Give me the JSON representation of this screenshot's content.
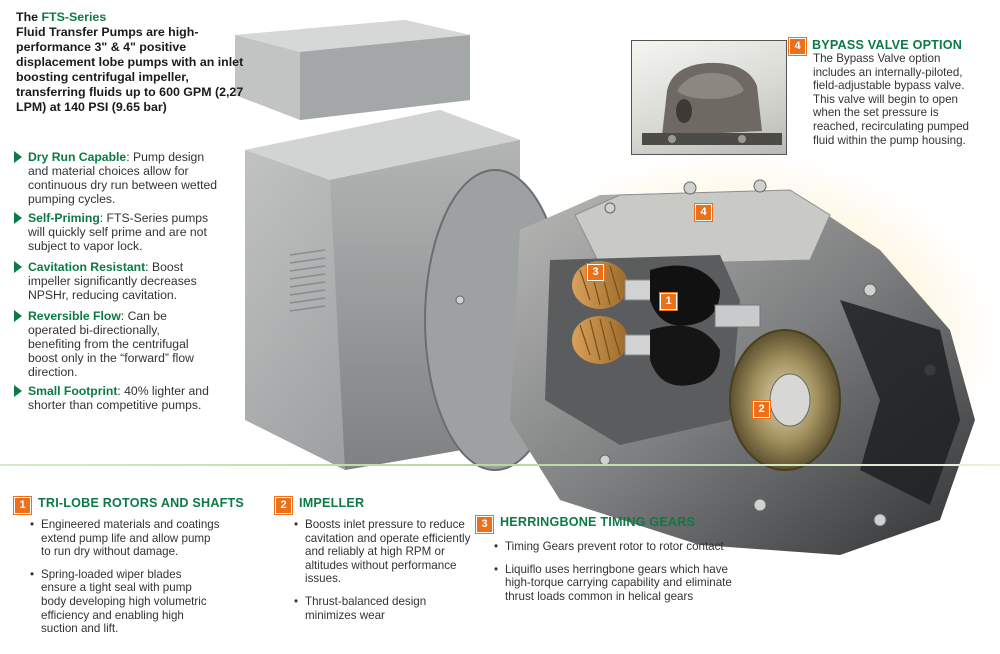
{
  "intro": {
    "prefix": "The ",
    "series": "FTS-Series",
    "text": "Fluid Transfer Pumps are high-performance 3\" & 4\" positive displacement lobe pumps with an inlet boosting centrifugal impeller, transferring fluids up to 600 GPM (2,27 LPM) at 140 PSI (9.65 bar)"
  },
  "features": [
    {
      "title": "Dry Run Capable",
      "text": ": Pump design and material choices allow for continuous dry run between wetted pumping cycles."
    },
    {
      "title": "Self-Priming",
      "text": ": FTS-Series pumps will quickly self prime and are not subject to vapor lock."
    },
    {
      "title": "Cavitation Resistant",
      "text": ": Boost impeller significantly decreases NPSHr, reducing cavitation."
    },
    {
      "title": "Reversible Flow",
      "text": ": Can be operated bi-directionally, benefiting from the centrifugal boost only in the “forward” flow direction."
    },
    {
      "title": "Small Footprint",
      "text": ": 40% lighter and shorter than competitive pumps."
    }
  ],
  "bypass": {
    "number": "4",
    "title": "BYPASS VALVE OPTION",
    "text": "The Bypass Valve option includes an internally-piloted, field-adjustable bypass valve. This valve will begin to open when the set pressure is reached, recirculating pumped fluid within the pump housing."
  },
  "callouts": {
    "c1": "1",
    "c2": "2",
    "c3": "3",
    "c4": "4"
  },
  "sections": [
    {
      "number": "1",
      "title": "TRI-LOBE ROTORS AND SHAFTS",
      "bullets": [
        "Engineered materials and coatings extend pump life and allow pump to run dry without damage.",
        "Spring-loaded wiper blades ensure a tight seal with pump body developing high volumetric efficiency and enabling high suction and lift."
      ]
    },
    {
      "number": "2",
      "title": "IMPELLER",
      "bullets": [
        "Boosts inlet pressure to reduce cavitation and operate efficiently and reliably at high RPM or altitudes without performance issues.",
        "Thrust-balanced design minimizes wear"
      ]
    },
    {
      "number": "3",
      "title": "HERRINGBONE TIMING GEARS",
      "bullets": [
        "Timing Gears prevent rotor to rotor contact",
        "Liquiflo uses herringbone gears which have high-torque carrying capability and eliminate thrust loads common in helical gears"
      ]
    }
  ],
  "colors": {
    "accent_green": "#0d7a45",
    "callout_orange": "#ec6f1a"
  }
}
